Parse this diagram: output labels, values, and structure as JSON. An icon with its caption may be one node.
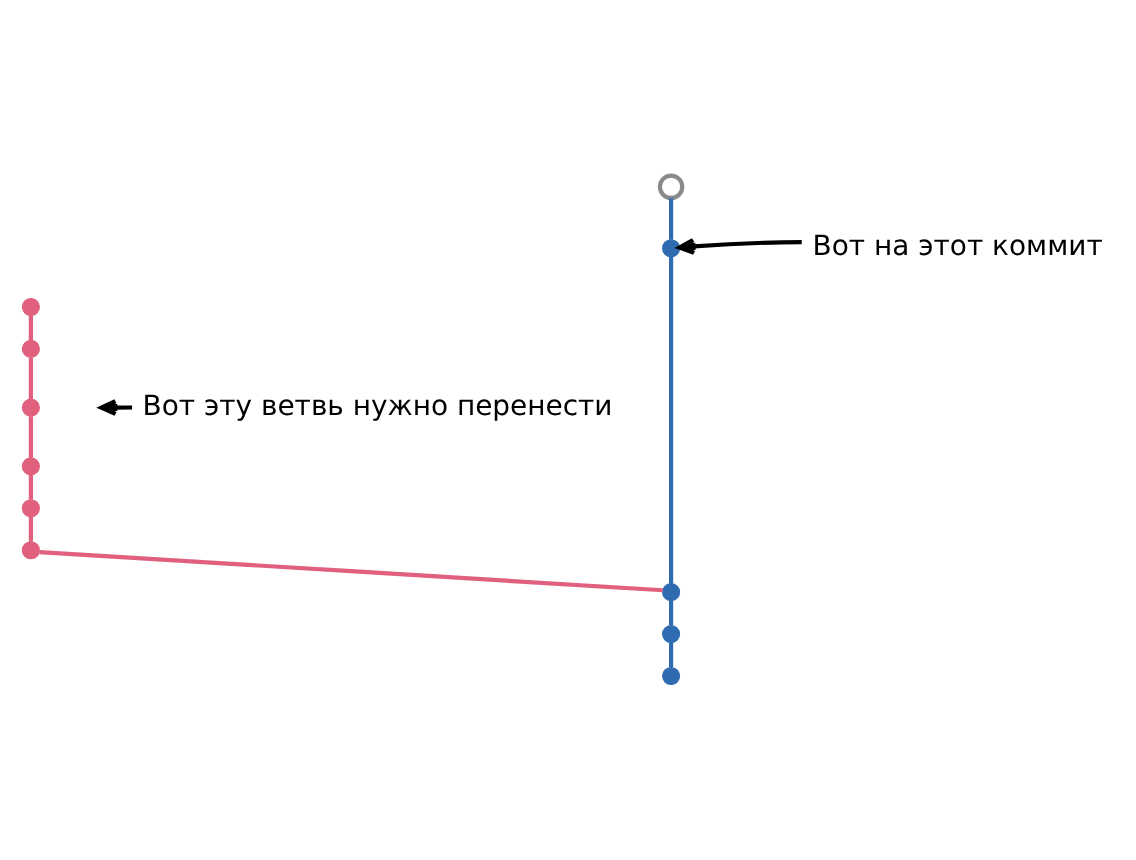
{
  "diagram": {
    "nodes": [
      {
        "text": [],
        "shape": "circle"
      },
      {
        "text": [],
        "shape": "circle"
      },
      {
        "text": [],
        "shape": "circle"
      },
      {
        "text": [],
        "shape": "circle"
      },
      {
        "text": [],
        "shape": "circle"
      },
      {
        "text": [],
        "shape": "circle"
      },
      {
        "text": [],
        "shape": "circle"
      },
      {
        "text": [],
        "shape": "circle"
      },
      {
        "text": [],
        "shape": "circle"
      },
      {
        "text": [],
        "shape": "circle"
      },
      {
        "text": [],
        "shape": "circle"
      },
      {
        "text": [
          "Вот на этот коммит"
        ]
      },
      {
        "text": [
          "Вот эту ветвь нужно перенести"
        ]
      }
    ],
    "edges": [
      {
        "from": 0,
        "to": 1,
        "arrow": "none",
        "color": "#2e6bb0"
      },
      {
        "from": 1,
        "to": 8,
        "arrow": "none",
        "color": "#2e6bb0"
      },
      {
        "from": 2,
        "to": 3,
        "arrow": "none",
        "color": "#e0607e"
      },
      {
        "from": 3,
        "to": 4,
        "arrow": "none",
        "color": "#e0607e"
      },
      {
        "from": 4,
        "to": 5,
        "arrow": "none",
        "color": "#e0607e"
      },
      {
        "from": 5,
        "to": 6,
        "arrow": "none",
        "color": "#e0607e"
      },
      {
        "from": 6,
        "to": 7,
        "arrow": "none",
        "color": "#e0607e"
      },
      {
        "from": 7,
        "to": 8,
        "arrow": "none",
        "color": "#e0607e"
      },
      {
        "from": 8,
        "to": 9,
        "arrow": "none",
        "color": "#2e6bb0"
      },
      {
        "from": 9,
        "to": 10,
        "arrow": "none",
        "color": "#2e6bb0"
      },
      {
        "from": 11,
        "to": 1,
        "arrow": "to",
        "color": "#000000"
      },
      {
        "from": 12,
        "to": null,
        "arrow": "to",
        "color": "#000000"
      }
    ]
  }
}
